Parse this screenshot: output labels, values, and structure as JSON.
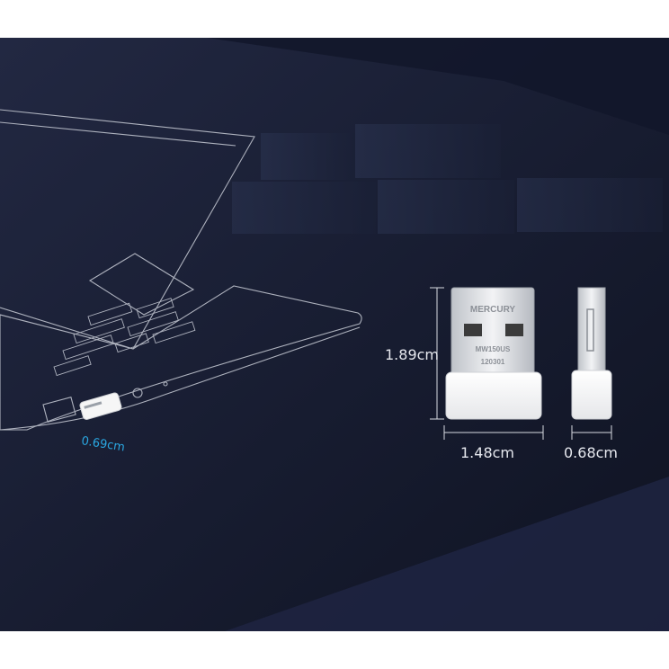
{
  "product": {
    "brand": "MERCURY",
    "model": "MW150US",
    "serial": "120301"
  },
  "dimensions": {
    "height": "1.89cm",
    "width": "1.48cm",
    "depth": "0.68cm",
    "protrusion": "0.69cm"
  },
  "colors": {
    "background_dark": "#161a2b",
    "accent_blue": "#2aa6e0",
    "line_light": "#c8ccd6",
    "dongle_white": "#f4f4f4"
  }
}
